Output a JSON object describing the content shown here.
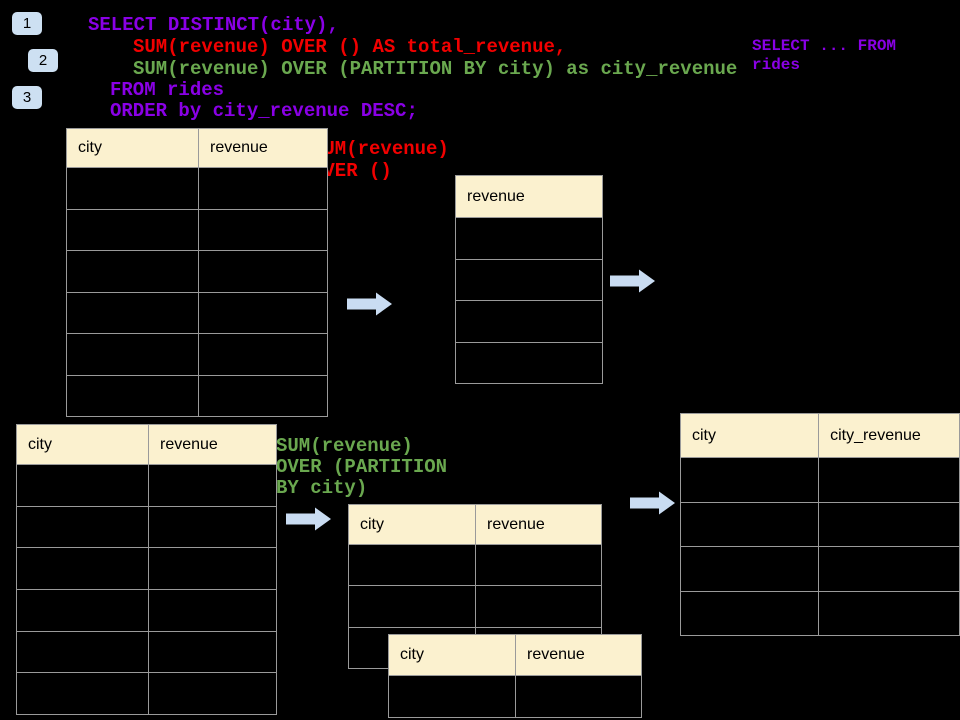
{
  "steps": [
    {
      "label": "1"
    },
    {
      "label": "2"
    },
    {
      "label": "3"
    }
  ],
  "sql_code": {
    "lines": [
      {
        "text": "SELECT DISTINCT(city),",
        "color": "#8A00E6"
      },
      {
        "text": "SUM(revenue) OVER () AS total_revenue,",
        "color": "#F20000"
      },
      {
        "text": "SUM(revenue) OVER (PARTITION BY city) as city_revenue",
        "color": "#6AA84F"
      },
      {
        "text": "FROM rides",
        "color": "#8A00E6"
      },
      {
        "text": "ORDER by city_revenue DESC;",
        "color": "#8A00E6"
      }
    ]
  },
  "annotations": {
    "outer_query": {
      "text": "SELECT ... FROM\nrides",
      "color": "#8A00E6"
    },
    "window_total": {
      "text": "SUM(revenue)\nOVER ()",
      "color": "#F20000"
    },
    "window_partition": {
      "text": "SUM(revenue)\nOVER (PARTITION\nBY city)",
      "color": "#6AA84F"
    }
  },
  "tables": {
    "source_top": {
      "columns": [
        "city",
        "revenue"
      ]
    },
    "total_revenue": {
      "columns": [
        "revenue"
      ]
    },
    "source_bottom": {
      "columns": [
        "city",
        "revenue"
      ]
    },
    "partition_mid": {
      "columns": [
        "city",
        "revenue"
      ]
    },
    "partition_front": {
      "columns": [
        "city",
        "revenue"
      ]
    },
    "result_right": {
      "columns": [
        "city",
        "city_revenue"
      ]
    }
  },
  "colors": {
    "background": "#000000",
    "table_header_fill": "#FBF1CF",
    "table_border": "#9A9A9A",
    "badge_fill": "#CDE0F2",
    "arrow_fill": "#C9DCF2",
    "sql_purple": "#8A00E6",
    "sql_red": "#F20000",
    "sql_green": "#6AA84F"
  }
}
